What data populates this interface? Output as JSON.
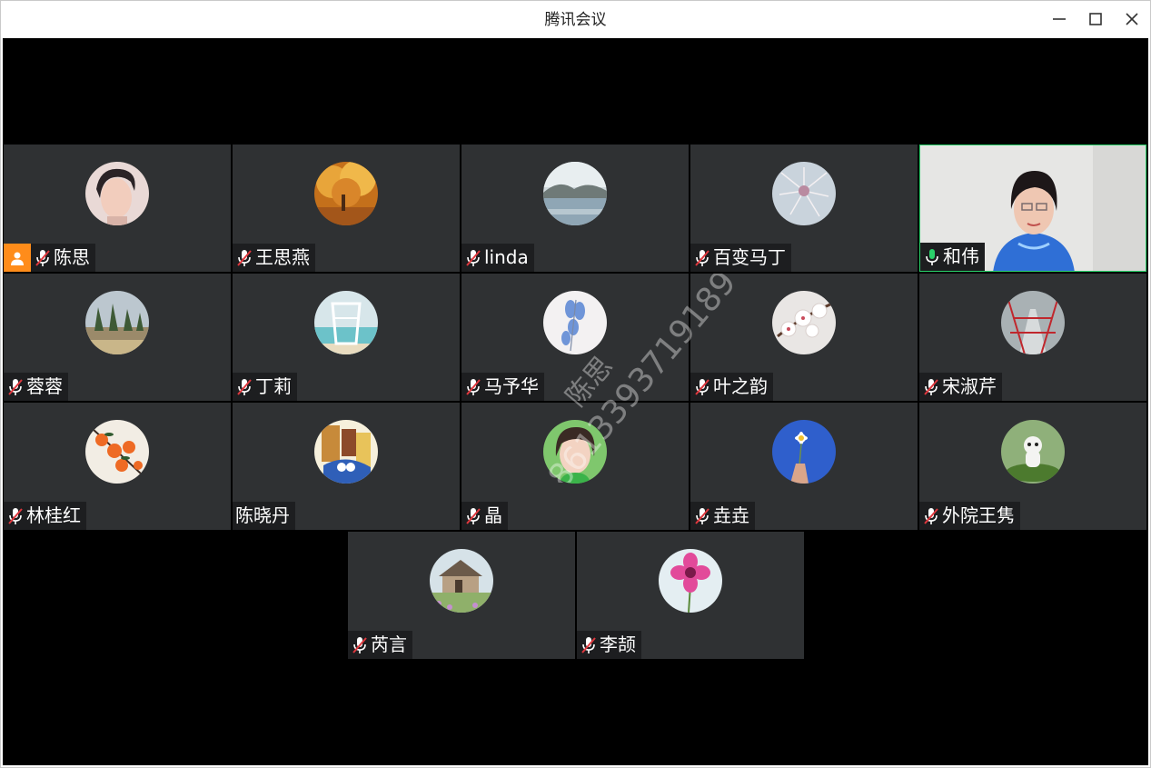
{
  "window": {
    "title": "腾讯会议"
  },
  "colors": {
    "tile_bg": "#2f3133",
    "namebar_bg": "#1d1e20",
    "host_badge": "#ff8c1a",
    "mic_active": "#2ad16a",
    "speaking_border": "#2ad16a"
  },
  "participants": [
    {
      "name": "陈思",
      "mic": "muted",
      "host": true,
      "avatar": "portrait-photo"
    },
    {
      "name": "王思燕",
      "mic": "muted",
      "avatar": "autumn-trees"
    },
    {
      "name": "linda",
      "mic": "muted",
      "avatar": "lake-landscape"
    },
    {
      "name": "百变马丁",
      "mic": "muted",
      "avatar": "dandelion-flower"
    },
    {
      "name": "和伟",
      "mic": "active",
      "video": true,
      "avatar": "camera-feed"
    },
    {
      "name": "蓉蓉",
      "mic": "muted",
      "avatar": "cactus-garden"
    },
    {
      "name": "丁莉",
      "mic": "muted",
      "avatar": "glass-seaside"
    },
    {
      "name": "马予华",
      "mic": "muted",
      "avatar": "blue-flowers"
    },
    {
      "name": "叶之韵",
      "mic": "muted",
      "avatar": "white-blossom"
    },
    {
      "name": "宋淑芹",
      "mic": "muted",
      "avatar": "red-bridge"
    },
    {
      "name": "林桂红",
      "mic": "muted",
      "avatar": "persimmon-painting"
    },
    {
      "name": "陈晓丹",
      "mic": "none",
      "avatar": "cartoon-illustration"
    },
    {
      "name": "晶",
      "mic": "muted",
      "avatar": "girl-portrait"
    },
    {
      "name": "垚垚",
      "mic": "muted",
      "avatar": "daisy-sky"
    },
    {
      "name": "外院王隽",
      "mic": "muted",
      "avatar": "white-figurine"
    },
    {
      "name": "芮言",
      "mic": "muted",
      "avatar": "cottage-house"
    },
    {
      "name": "李颉",
      "mic": "muted",
      "avatar": "pink-flower"
    }
  ],
  "watermark": {
    "name": "陈思",
    "phone": "+8613393719189"
  }
}
